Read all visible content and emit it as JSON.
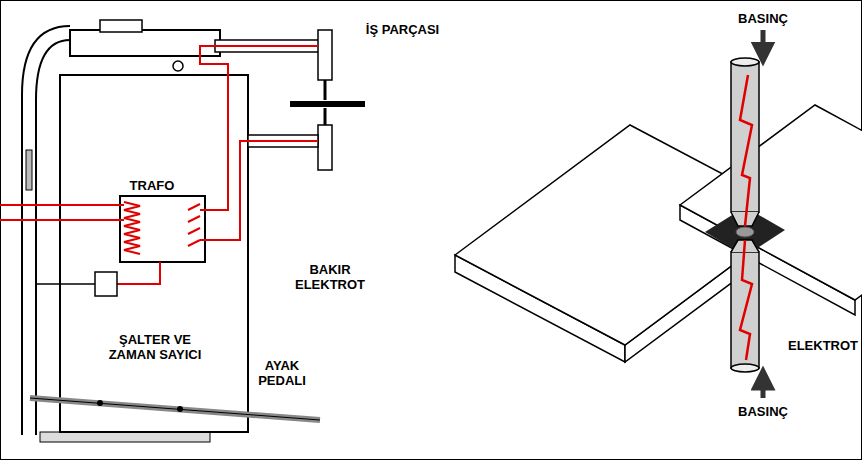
{
  "diagram": {
    "labels": [
      "İŞ PARÇASI",
      "BASINÇ",
      "TRAFO",
      "BAKIR ELEKTROT",
      "ELEKTROT",
      "ŞALTER VE ZAMAN SAYICI",
      "AYAK PEDALI",
      "BASINÇ"
    ]
  }
}
